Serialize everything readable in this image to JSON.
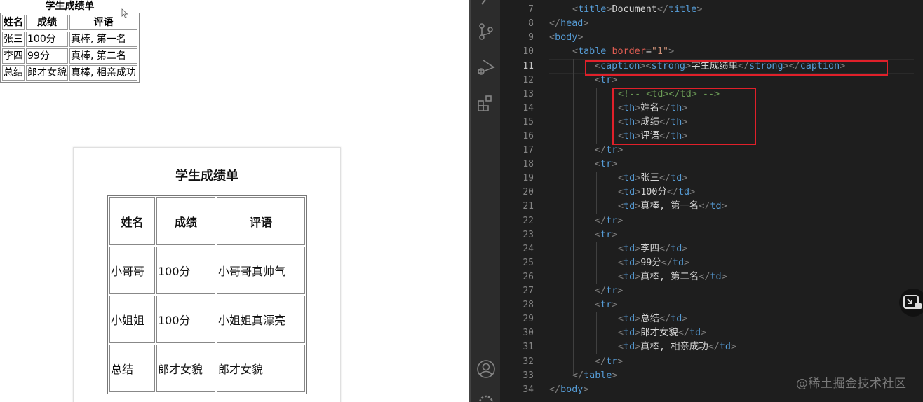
{
  "browser_preview": {
    "table": {
      "caption": "学生成绩单",
      "headers": [
        "姓名",
        "成绩",
        "评语"
      ],
      "rows": [
        [
          "张三",
          "100分",
          "真棒, 第一名"
        ],
        [
          "李四",
          "99分",
          "真棒, 第二名"
        ],
        [
          "总结",
          "郎才女貌",
          "真棒, 相亲成功"
        ]
      ]
    },
    "reference_image": {
      "caption": "学生成绩单",
      "headers": [
        "姓名",
        "成绩",
        "评语"
      ],
      "rows": [
        [
          "小哥哥",
          "100分",
          "小哥哥真帅气"
        ],
        [
          "小姐姐",
          "100分",
          "小姐姐真漂亮"
        ],
        [
          "总结",
          "郎才女貌",
          "郎才女貌"
        ]
      ]
    }
  },
  "editor": {
    "active_line": 11,
    "line_numbers": [
      7,
      8,
      9,
      10,
      11,
      12,
      13,
      14,
      15,
      16,
      17,
      18,
      19,
      20,
      21,
      22,
      23,
      24,
      25,
      26,
      27,
      28,
      29,
      30,
      31,
      32,
      33,
      34
    ],
    "activity_bar": [
      "explorer-icon",
      "source-control-icon",
      "run-debug-icon",
      "extensions-icon",
      "account-icon",
      "settings-gear-icon"
    ],
    "code": {
      "l7_text": "Document",
      "l10_attr": "border",
      "l10_value": "\"1\"",
      "l11_text": "学生成绩单",
      "l13_comment": "<!-- <td></td> -->",
      "l14": "姓名",
      "l15": "成绩",
      "l16": "评语",
      "l19": "张三",
      "l20": "100分",
      "l21": "真棒, 第一名",
      "l24": "李四",
      "l25": "99分",
      "l26": "真棒, 第二名",
      "l29": "总结",
      "l30": "郎才女貌",
      "l31": "真棒, 相亲成功"
    },
    "tags": {
      "title": "title",
      "head": "head",
      "body": "body",
      "table": "table",
      "caption": "caption",
      "strong": "strong",
      "tr": "tr",
      "th": "th",
      "td": "td"
    }
  },
  "watermark": "@稀土掘金技术社区",
  "colors": {
    "editor_bg": "#1e1e1e",
    "highlight_box": "#e0202a",
    "tag": "#569cd6",
    "attr": "#e05d52",
    "string": "#ce9178",
    "comment": "#6a9955"
  }
}
